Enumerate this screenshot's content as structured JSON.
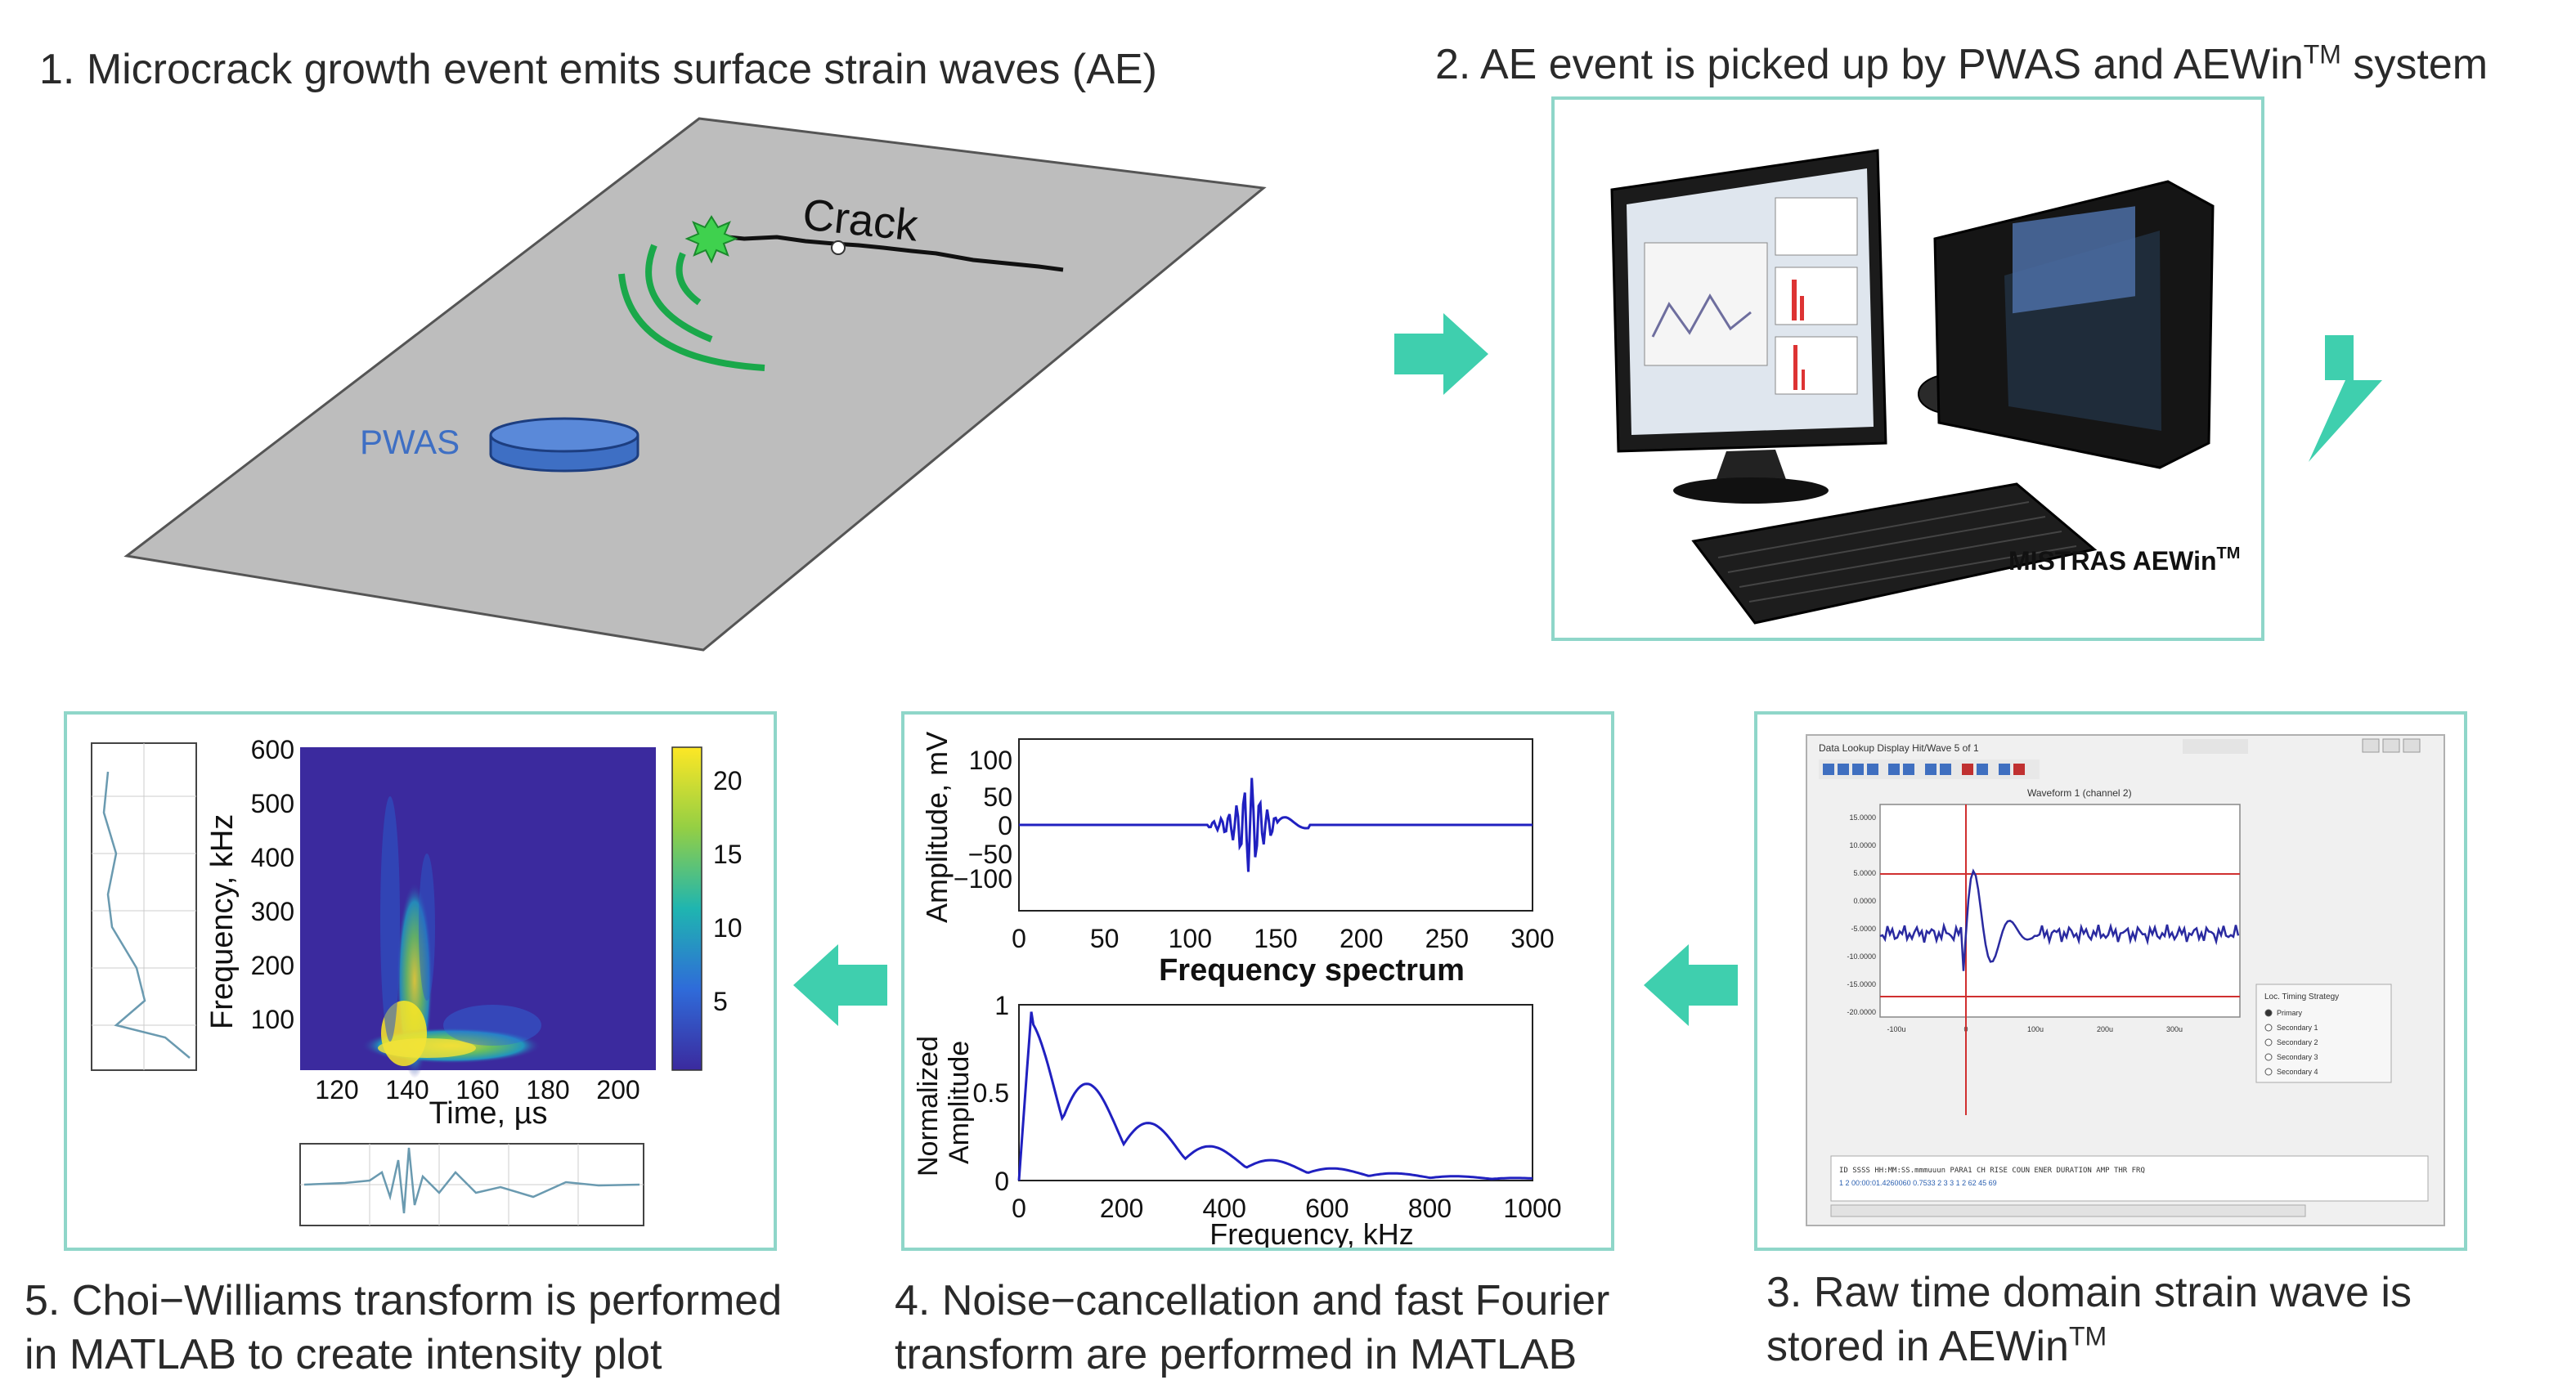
{
  "steps": {
    "s1": "1. Microcrack growth event emits surface strain waves (AE)",
    "s2_pre": "2. AE event is picked up by PWAS and AEWin",
    "s2_tm": "TM",
    "s2_post": " system",
    "s3_line1": "3. Raw time domain strain wave is",
    "s3_line2_pre": "stored in AEWin",
    "s3_tm": "TM",
    "s4_line1": "4. Noise−cancellation and fast Fourier",
    "s4_line2": "transform are performed in MATLAB",
    "s5_line1": "5. Choi−Williams transform is performed",
    "s5_line2": "in MATLAB to create intensity plot"
  },
  "plate": {
    "crack_label": "Crack",
    "pwas_label": "PWAS"
  },
  "computer": {
    "brand_pre": "MISTRAS AEWin",
    "brand_tm": "TM"
  },
  "aewin_window": {
    "title": "Data Lookup Display Hit/Wave 5 of 1",
    "plot_title": "Waveform 1 (channel 2)",
    "y_ticks": [
      "15.0000",
      "10.0000",
      "5.0000",
      "0.0000",
      "-5.0000",
      "-10.0000",
      "-15.0000",
      "-20.0000"
    ],
    "x_ticks": [
      "-100u",
      "0",
      "100u",
      "200u",
      "300u"
    ],
    "legend_title": "Loc. Timing Strategy",
    "legend_items": [
      "Primary",
      "Secondary 1",
      "Secondary 2",
      "Secondary 3",
      "Secondary 4"
    ],
    "table_header": "ID  SSSS  HH:MM:SS.mmmuuun     PARA1   CH   RISE   COUN   ENER   DURATION  AMP  THR  FRQ",
    "table_row": "1   2  00:00:01.4260060   0.7533   2     3      3      1        2      62   45   69"
  },
  "fft_panel": {
    "colors": {
      "signal": "#2020c0"
    },
    "time_plot": {
      "ylabel": "Amplitude, mV",
      "xlabel": "Frequency spectrum",
      "y_ticks": [
        "100",
        "50",
        "0",
        "−50",
        "−100"
      ],
      "x_ticks": [
        "0",
        "50",
        "100",
        "150",
        "200",
        "250",
        "300"
      ]
    },
    "freq_plot": {
      "ylabel_line1": "Normalized",
      "ylabel_line2": "Amplitude",
      "xlabel": "Frequency, kHz",
      "y_ticks": [
        "1",
        "0.5",
        "0"
      ],
      "x_ticks": [
        "0",
        "200",
        "400",
        "600",
        "800",
        "1000"
      ]
    }
  },
  "cw_panel": {
    "ylabel": "Frequency, kHz",
    "xlabel": "Time, µs",
    "y_ticks": [
      "600",
      "500",
      "400",
      "300",
      "200",
      "100"
    ],
    "x_ticks": [
      "120",
      "140",
      "160",
      "180",
      "200"
    ],
    "colorbar_ticks": [
      "20",
      "15",
      "10",
      "5"
    ],
    "colors": {
      "background": "#3b2a9e",
      "ridge": "#fde725"
    }
  },
  "colors": {
    "accent_arrow": "#3fcfae",
    "panel_border": "#8fd6c9",
    "wave_green": "#1aa84a",
    "pwas_blue": "#3e6fc4"
  }
}
